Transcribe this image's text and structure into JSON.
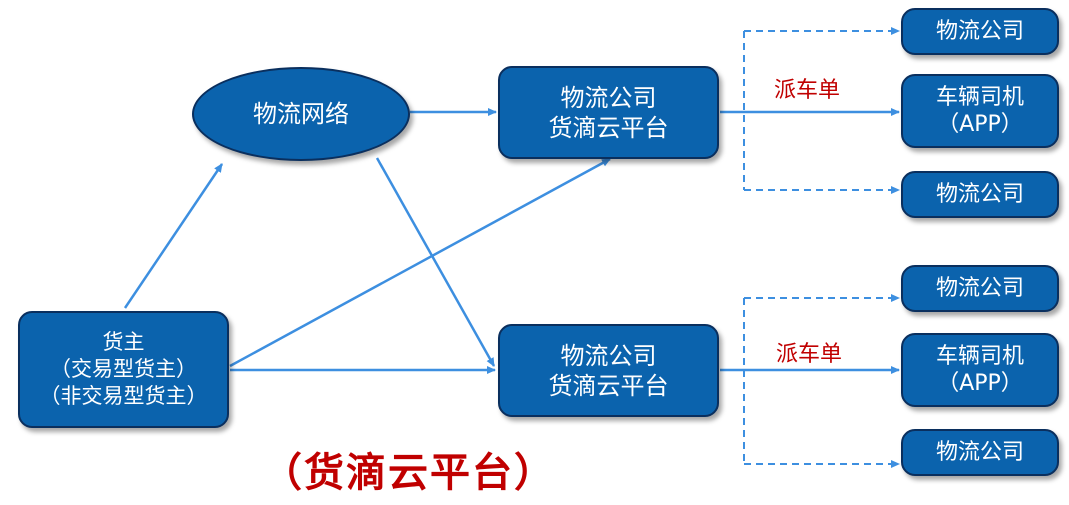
{
  "colors": {
    "node_fill": "#0b63ad",
    "node_border": "#0a2f5e",
    "arrow": "#3d8fe0",
    "accent_red": "#c00000"
  },
  "network": {
    "label": "物流网络"
  },
  "shipper": {
    "line1": "货主",
    "line2": "（交易型货主）",
    "line3": "（非交易型货主）"
  },
  "platform_top": {
    "line1": "物流公司",
    "line2": "货滴云平台"
  },
  "platform_bottom": {
    "line1": "物流公司",
    "line2": "货滴云平台"
  },
  "dispatch_label_top": "派车单",
  "dispatch_label_bottom": "派车单",
  "right_top": {
    "company1": "物流公司",
    "driver_line1": "车辆司机",
    "driver_line2": "（APP）",
    "company2": "物流公司"
  },
  "right_bottom": {
    "company1": "物流公司",
    "driver_line1": "车辆司机",
    "driver_line2": "（APP）",
    "company2": "物流公司"
  },
  "caption": "（货滴云平台）"
}
